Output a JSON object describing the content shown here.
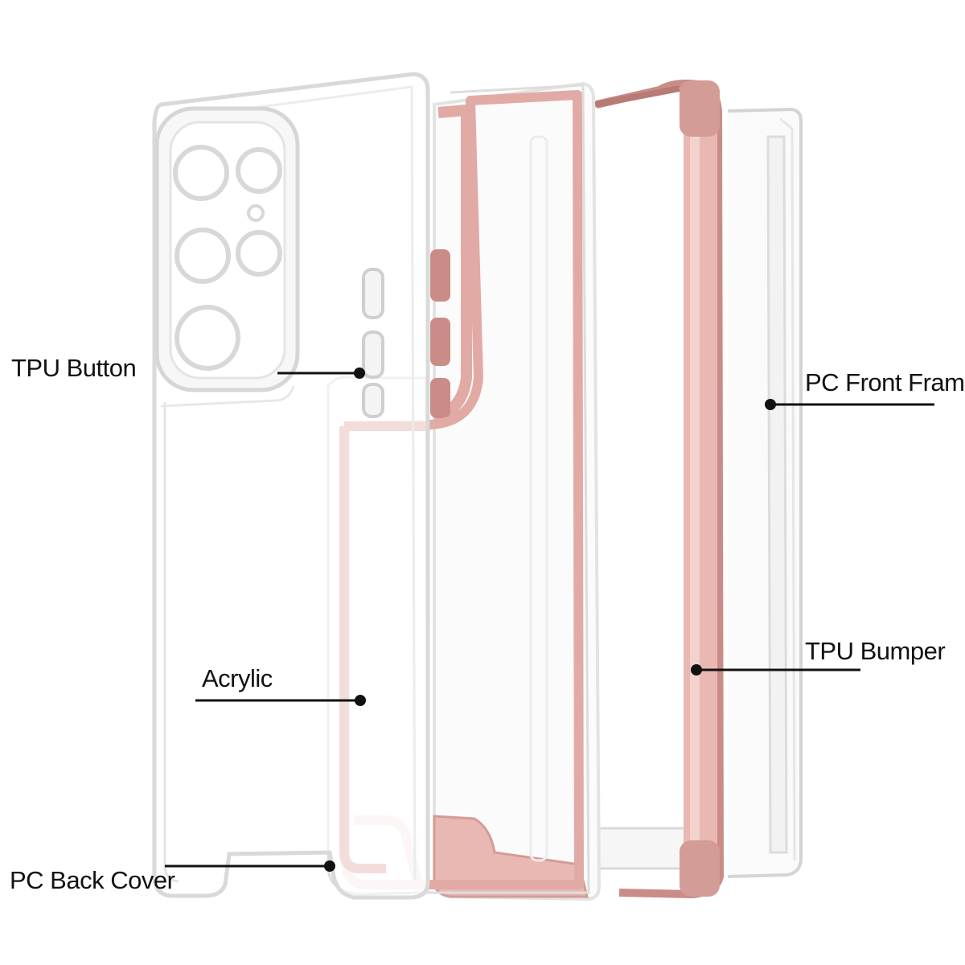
{
  "labels": {
    "tpu_button": "TPU Button",
    "pc_front_frame": "PC Front Frame",
    "tpu_bumper": "TPU Bumper",
    "acrylic": "Acrylic",
    "pc_back_cover": "PC Back Cover"
  },
  "colors": {
    "background": "#ffffff",
    "clear_edge": "#d9d9d9",
    "pink_trim": "#e2aaa5",
    "pink_dark": "#c98c86",
    "callout": "#111111"
  }
}
